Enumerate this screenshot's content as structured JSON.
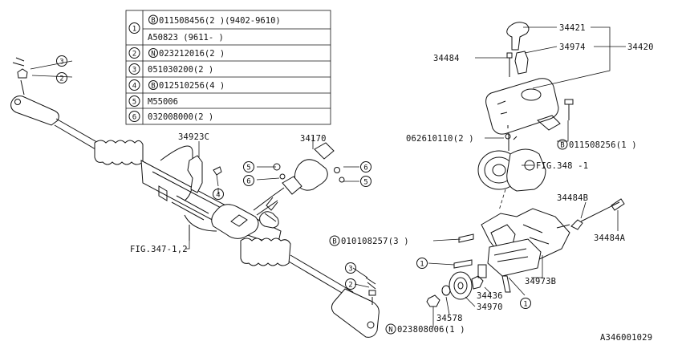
{
  "table": {
    "rows": [
      {
        "num": "1",
        "lines": [
          {
            "badge": "B",
            "part": "011508456(2 )(9402-9610)"
          },
          {
            "badge": "",
            "part": "A50823       (9611-     )"
          }
        ]
      },
      {
        "num": "2",
        "lines": [
          {
            "badge": "N",
            "part": "023212016(2 )"
          }
        ]
      },
      {
        "num": "3",
        "lines": [
          {
            "badge": "",
            "part": "051030200(2 )"
          }
        ]
      },
      {
        "num": "4",
        "lines": [
          {
            "badge": "B",
            "part": "012510256(4 )"
          }
        ]
      },
      {
        "num": "5",
        "lines": [
          {
            "badge": "",
            "part": "M55006"
          }
        ]
      },
      {
        "num": "6",
        "lines": [
          {
            "badge": "",
            "part": "032008000(2 )"
          }
        ]
      }
    ]
  },
  "labels": {
    "p34421": "34421",
    "p34974": "34974",
    "p34420": "34420",
    "p34484": "34484",
    "p062610110": "062610110(2 )",
    "p011508256_part": "011508256(1 )",
    "fig348": "FIG.348 -1",
    "p34923C": "34923C",
    "p34170": "34170",
    "p34484B": "34484B",
    "p34484A": "34484A",
    "p010108257_part": "010108257(3 )",
    "fig347": "FIG.347-1,2",
    "p34973B": "34973B",
    "p34436": "34436",
    "p34970": "34970",
    "p34578": "34578",
    "p023808006_part": "023808006(1 )",
    "diagram_id": "A346001029"
  },
  "badges": {
    "B": "B",
    "N": "N"
  },
  "callouts": {
    "c3_top": "3",
    "c2_top": "2",
    "c4": "4",
    "c5_left": "5",
    "c6_left": "6",
    "c6_right": "6",
    "c5_right": "5",
    "c3_bottom": "3",
    "c2_bottom": "2",
    "c1_mid": "1",
    "c1_bottom": "1"
  }
}
